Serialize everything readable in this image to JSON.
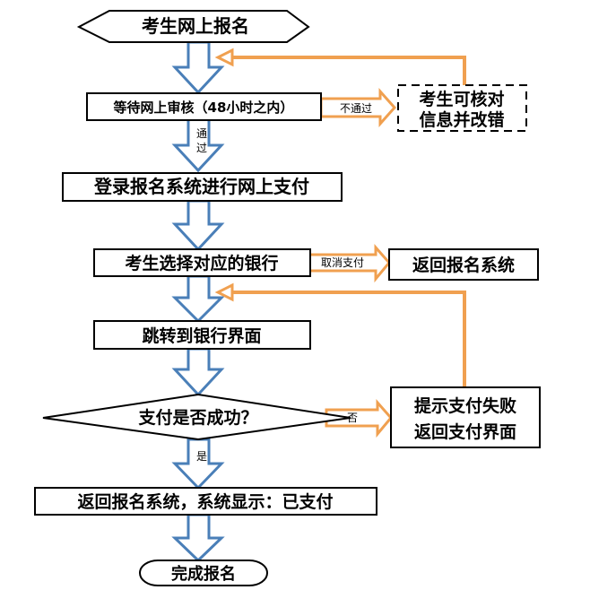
{
  "nodes": {
    "start": "考生网上报名",
    "review": "等待网上审核（48小时之内）",
    "fix_line1": "考生可核对",
    "fix_line2": "信息并改错",
    "login_pay": "登录报名系统进行网上支付",
    "select_bank": "考生选择对应的银行",
    "back_to_system": "返回报名系统",
    "jump_bank": "跳转到银行界面",
    "decision": "支付是否成功？",
    "fail_line1": "提示支付失败",
    "fail_line2": "返回支付界面",
    "paid": "返回报名系统，系统显示：已支付",
    "end": "完成报名"
  },
  "edge_labels": {
    "not_passed": "不通过",
    "passed_1": "通",
    "passed_2": "过",
    "cancel_pay": "取消支付",
    "no": "否",
    "yes": "是"
  },
  "colors": {
    "arrow_fill": "#ffffff",
    "arrow_stroke": "#4a7fb8",
    "side_arrow": "#f0a050",
    "box_stroke": "#000000"
  }
}
